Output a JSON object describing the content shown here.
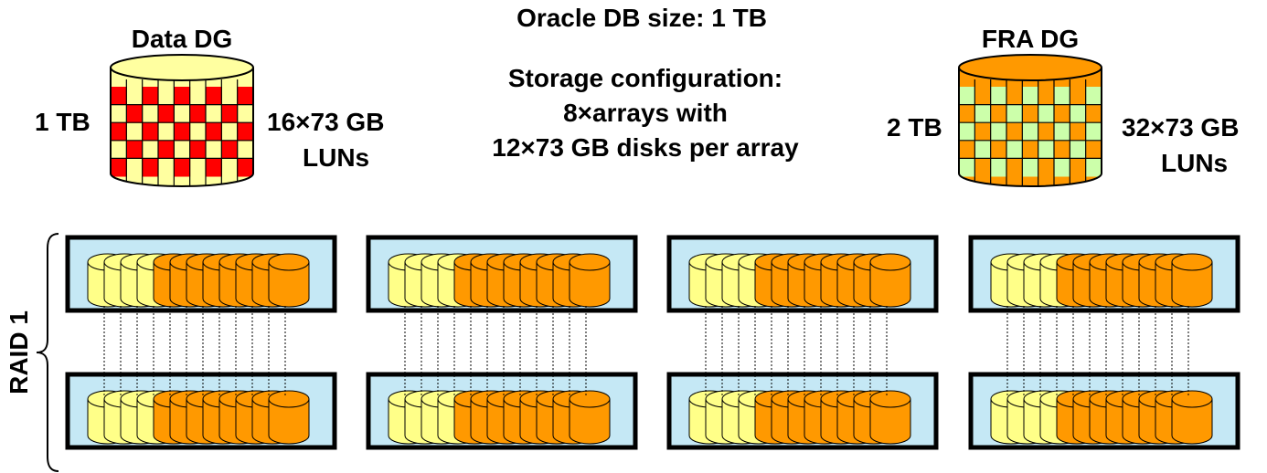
{
  "header": {
    "db_size": "Oracle DB size: 1 TB",
    "storage_line1": "Storage configuration:",
    "storage_line2": "8×arrays with",
    "storage_line3": "12×73 GB disks per array"
  },
  "data_dg": {
    "title": "Data DG",
    "size": "1 TB",
    "luns_line1": "16×73 GB",
    "luns_line2": "LUNs",
    "colors": {
      "body": "#ffffa0",
      "checker": "#ff0000",
      "grid": "#000000"
    }
  },
  "fra_dg": {
    "title": "FRA DG",
    "size": "2 TB",
    "luns_line1": "32×73 GB",
    "luns_line2": "LUNs",
    "colors": {
      "body": "#ff9900",
      "checker": "#ccffaa",
      "grid": "#000000"
    }
  },
  "raid": {
    "label": "RAID 1",
    "array_count": 8,
    "disks_per_array": 12,
    "data_disks_per_array": 4,
    "fra_disks_per_array": 8,
    "colors": {
      "array_fill": "#c5e8f5",
      "array_border": "#000000",
      "data_disk": "#ffff88",
      "fra_disk": "#ff9900"
    }
  }
}
